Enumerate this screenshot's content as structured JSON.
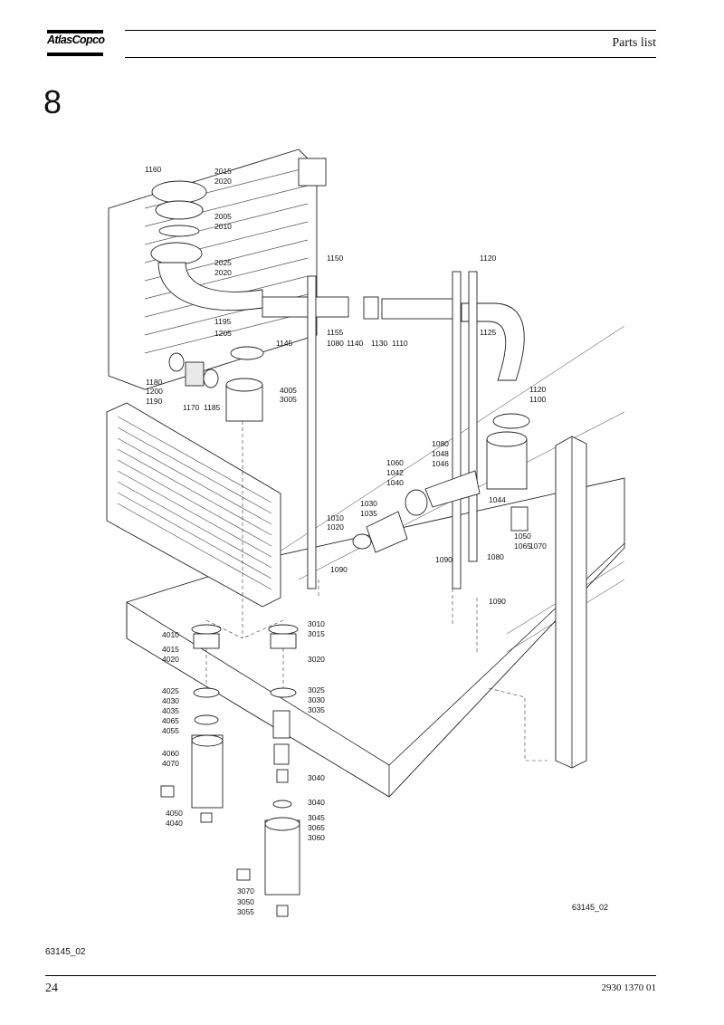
{
  "header": {
    "logo_text": "AtlasCopco",
    "title": "Parts list"
  },
  "section_number": "8",
  "figure": {
    "code": "63145_02",
    "part_labels": [
      "1160",
      "2015",
      "2020",
      "2005",
      "2010",
      "2025",
      "2020",
      "1150",
      "1120",
      "1195",
      "1205",
      "1155",
      "1080",
      "1140",
      "1130",
      "1110",
      "1125",
      "1145",
      "1180",
      "1200",
      "1190",
      "1170",
      "1185",
      "4005",
      "3005",
      "1120",
      "1100",
      "1080",
      "1048",
      "1046",
      "1060",
      "1042",
      "1040",
      "1044",
      "1030",
      "1035",
      "1010",
      "1020",
      "1050",
      "1065",
      "1070",
      "1080",
      "1090",
      "1090",
      "1090",
      "4010",
      "4015",
      "4020",
      "3010",
      "3015",
      "3020",
      "4025",
      "4030",
      "4035",
      "4065",
      "4055",
      "3025",
      "3030",
      "3035",
      "4060",
      "4070",
      "3040",
      "3040",
      "4050",
      "4040",
      "3045",
      "3065",
      "3060",
      "3070",
      "3050",
      "3055"
    ]
  },
  "footer": {
    "figure_code": "63145_02",
    "page_number": "24",
    "doc_number": "2930 1370 01"
  }
}
